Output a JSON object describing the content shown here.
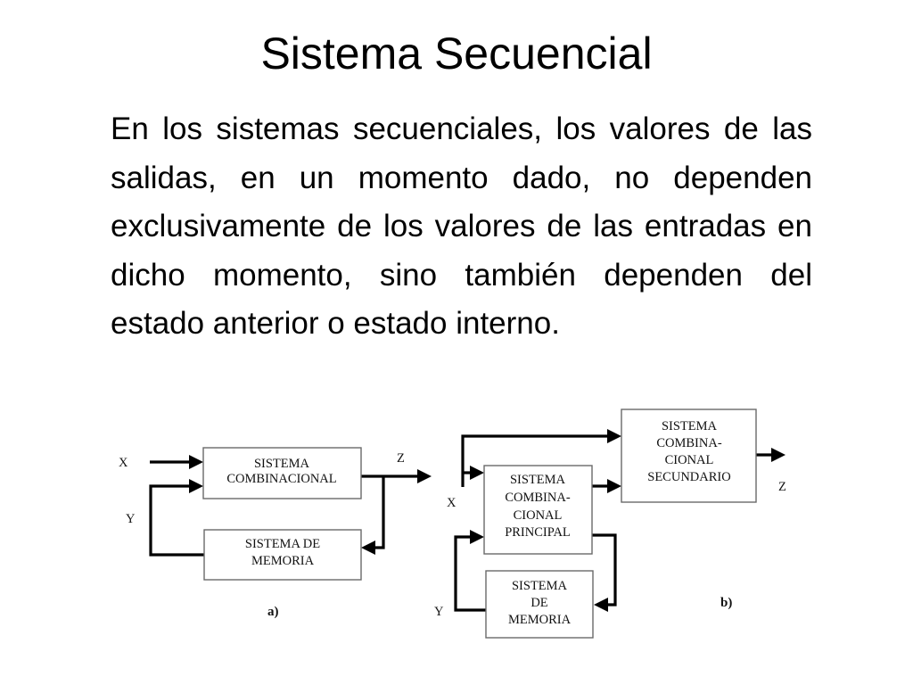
{
  "slide": {
    "title": "Sistema Secuencial",
    "body": "En los sistemas secuenciales, los valores de las salidas, en un momento dado, no dependen exclusivamente de los valores de las entradas en dicho momento, sino también dependen del estado anterior o estado interno."
  },
  "diagram_a": {
    "combinational_lines": [
      "SISTEMA",
      "COMBINACIONAL"
    ],
    "memory_lines": [
      "SISTEMA DE",
      "MEMORIA"
    ],
    "input_x": "X",
    "state_y": "Y",
    "output_z": "Z",
    "caption": "a)"
  },
  "diagram_b": {
    "secondary_lines": [
      "SISTEMA",
      "COMBINA-",
      "CIONAL",
      "SECUNDARIO"
    ],
    "principal_lines": [
      "SISTEMA",
      "COMBINA-",
      "CIONAL",
      "PRINCIPAL"
    ],
    "memory_lines": [
      "SISTEMA",
      "DE",
      "MEMORIA"
    ],
    "input_x": "X",
    "state_y": "Y",
    "output_z": "Z",
    "caption": "b)"
  }
}
